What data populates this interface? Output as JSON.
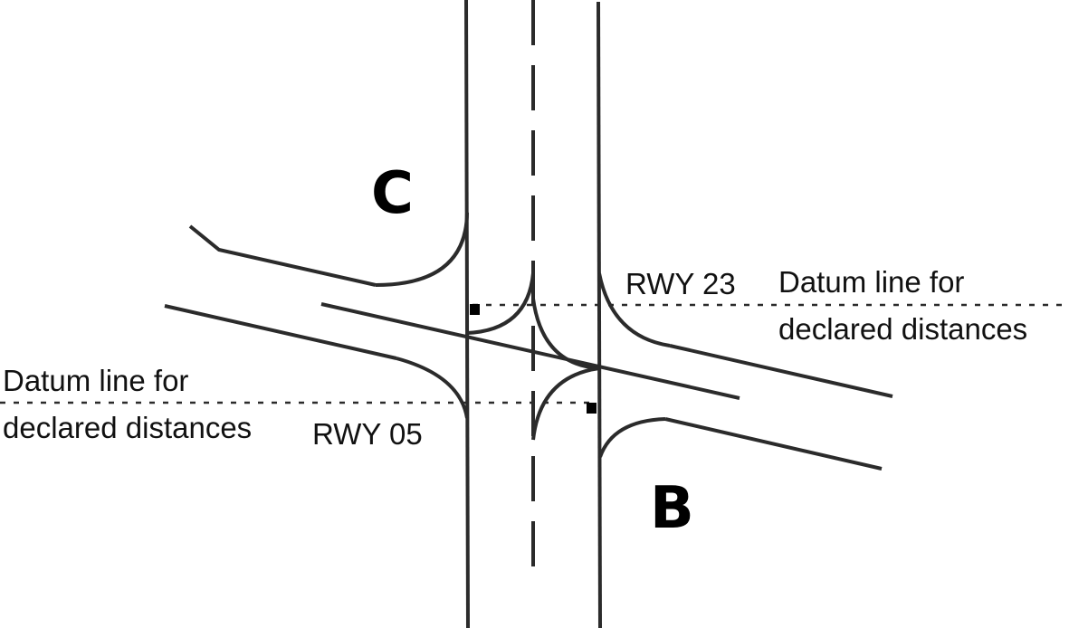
{
  "labels": {
    "rwy_05": "RWY 05",
    "rwy_23": "RWY 23",
    "datum_left_line1": "Datum line for",
    "datum_left_line2": "declared distances",
    "datum_right_line1": "Datum line for",
    "datum_right_line2": "declared distances",
    "taxiway_c": "C",
    "taxiway_b": "B"
  }
}
